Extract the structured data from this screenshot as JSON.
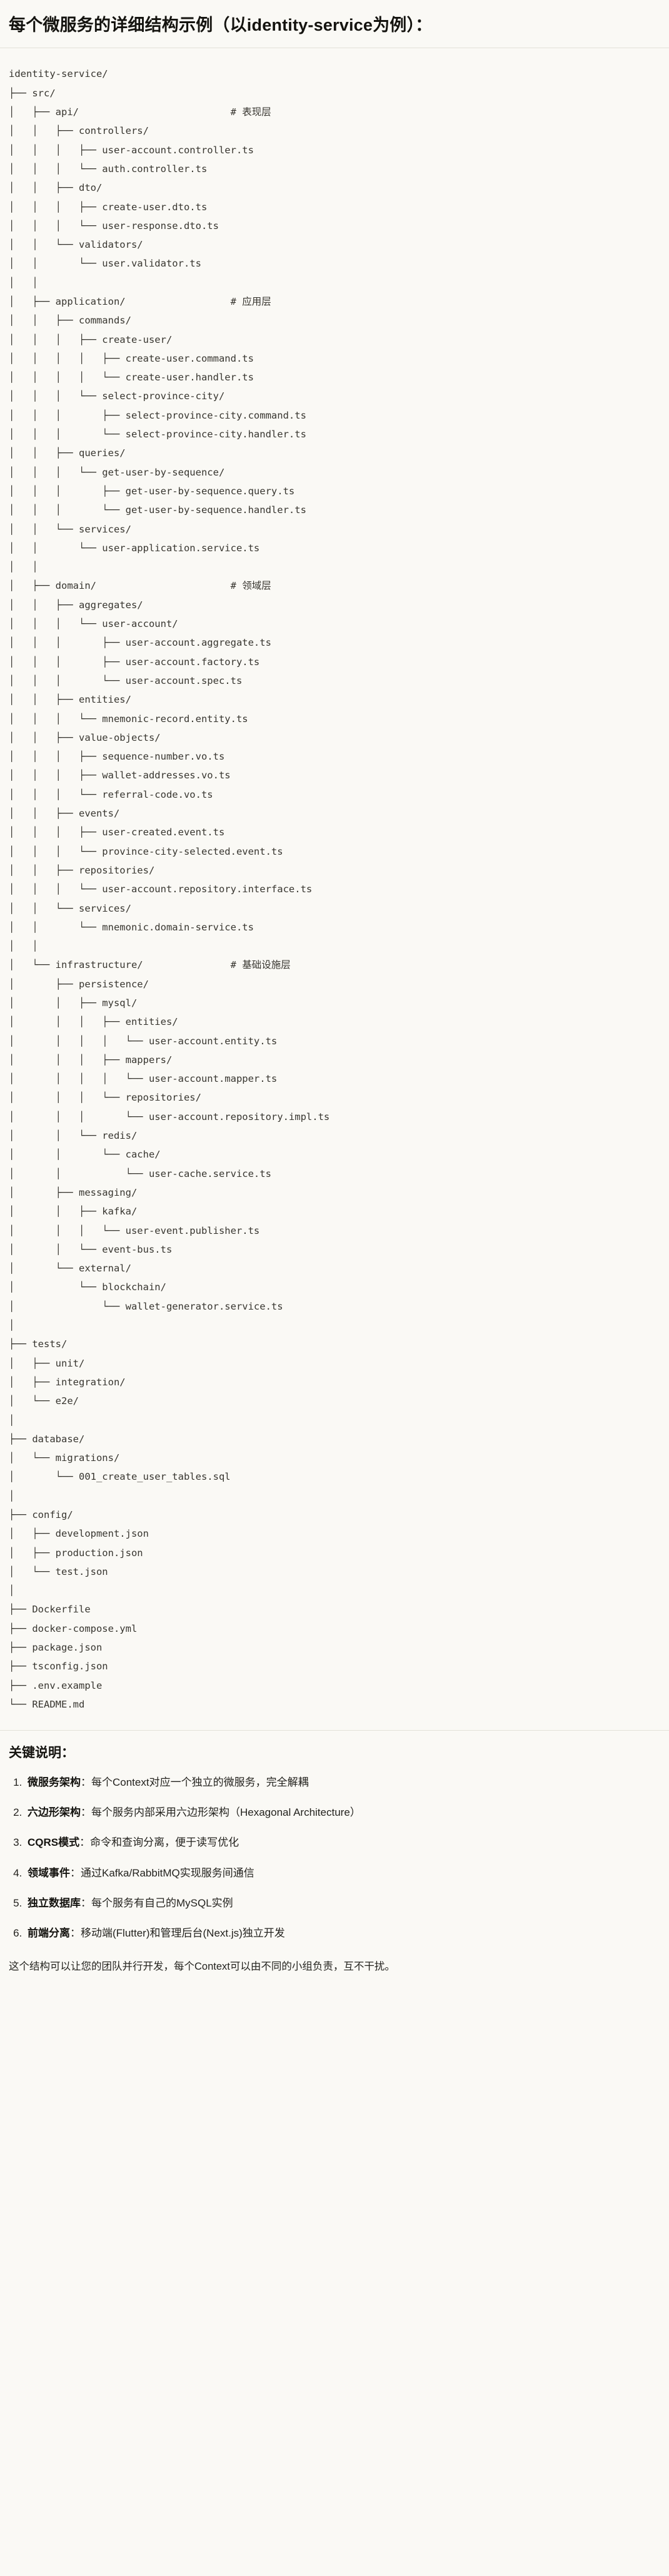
{
  "header": {
    "title": "每个微服务的详细结构示例（以identity-service为例）："
  },
  "tree": {
    "root": "identity-service/",
    "text": "identity-service/\n├── src/\n│   ├── api/                          # 表现层\n│   │   ├── controllers/\n│   │   │   ├── user-account.controller.ts\n│   │   │   └── auth.controller.ts\n│   │   ├── dto/\n│   │   │   ├── create-user.dto.ts\n│   │   │   └── user-response.dto.ts\n│   │   └── validators/\n│   │       └── user.validator.ts\n│   │\n│   ├── application/                  # 应用层\n│   │   ├── commands/\n│   │   │   ├── create-user/\n│   │   │   │   ├── create-user.command.ts\n│   │   │   │   └── create-user.handler.ts\n│   │   │   └── select-province-city/\n│   │   │       ├── select-province-city.command.ts\n│   │   │       └── select-province-city.handler.ts\n│   │   ├── queries/\n│   │   │   └── get-user-by-sequence/\n│   │   │       ├── get-user-by-sequence.query.ts\n│   │   │       └── get-user-by-sequence.handler.ts\n│   │   └── services/\n│   │       └── user-application.service.ts\n│   │\n│   ├── domain/                       # 领域层\n│   │   ├── aggregates/\n│   │   │   └── user-account/\n│   │   │       ├── user-account.aggregate.ts\n│   │   │       ├── user-account.factory.ts\n│   │   │       └── user-account.spec.ts\n│   │   ├── entities/\n│   │   │   └── mnemonic-record.entity.ts\n│   │   ├── value-objects/\n│   │   │   ├── sequence-number.vo.ts\n│   │   │   ├── wallet-addresses.vo.ts\n│   │   │   └── referral-code.vo.ts\n│   │   ├── events/\n│   │   │   ├── user-created.event.ts\n│   │   │   └── province-city-selected.event.ts\n│   │   ├── repositories/\n│   │   │   └── user-account.repository.interface.ts\n│   │   └── services/\n│   │       └── mnemonic.domain-service.ts\n│   │\n│   └── infrastructure/               # 基础设施层\n│       ├── persistence/\n│       │   ├── mysql/\n│       │   │   ├── entities/\n│       │   │   │   └── user-account.entity.ts\n│       │   │   ├── mappers/\n│       │   │   │   └── user-account.mapper.ts\n│       │   │   └── repositories/\n│       │   │       └── user-account.repository.impl.ts\n│       │   └── redis/\n│       │       └── cache/\n│       │           └── user-cache.service.ts\n│       ├── messaging/\n│       │   ├── kafka/\n│       │   │   └── user-event.publisher.ts\n│       │   └── event-bus.ts\n│       └── external/\n│           └── blockchain/\n│               └── wallet-generator.service.ts\n│\n├── tests/\n│   ├── unit/\n│   ├── integration/\n│   └── e2e/\n│\n├── database/\n│   └── migrations/\n│       └── 001_create_user_tables.sql\n│\n├── config/\n│   ├── development.json\n│   ├── production.json\n│   └── test.json\n│\n├── Dockerfile\n├── docker-compose.yml\n├── package.json\n├── tsconfig.json\n├── .env.example\n└── README.md",
    "layer_comments": [
      "# 表现层",
      "# 应用层",
      "# 领域层",
      "# 基础设施层"
    ]
  },
  "notes": {
    "title": "关键说明：",
    "items": [
      {
        "term": "微服务架构",
        "sep": "：",
        "desc": "每个Context对应一个独立的微服务，完全解耦"
      },
      {
        "term": "六边形架构",
        "sep": "：",
        "desc": "每个服务内部采用六边形架构（Hexagonal Architecture）"
      },
      {
        "term": "CQRS模式",
        "sep": "：",
        "desc": "命令和查询分离，便于读写优化"
      },
      {
        "term": "领域事件",
        "sep": "：",
        "desc": "通过Kafka/RabbitMQ实现服务间通信"
      },
      {
        "term": "独立数据库",
        "sep": "：",
        "desc": "每个服务有自己的MySQL实例"
      },
      {
        "term": "前端分离",
        "sep": "：",
        "desc": "移动端(Flutter)和管理后台(Next.js)独立开发"
      }
    ],
    "closing": "这个结构可以让您的团队并行开发，每个Context可以由不同的小组负责，互不干扰。"
  },
  "colors": {
    "page_background": "#faf9f5",
    "text": "#1f1e1c",
    "code_text": "#37352f",
    "divider": "#e3e1d9"
  }
}
